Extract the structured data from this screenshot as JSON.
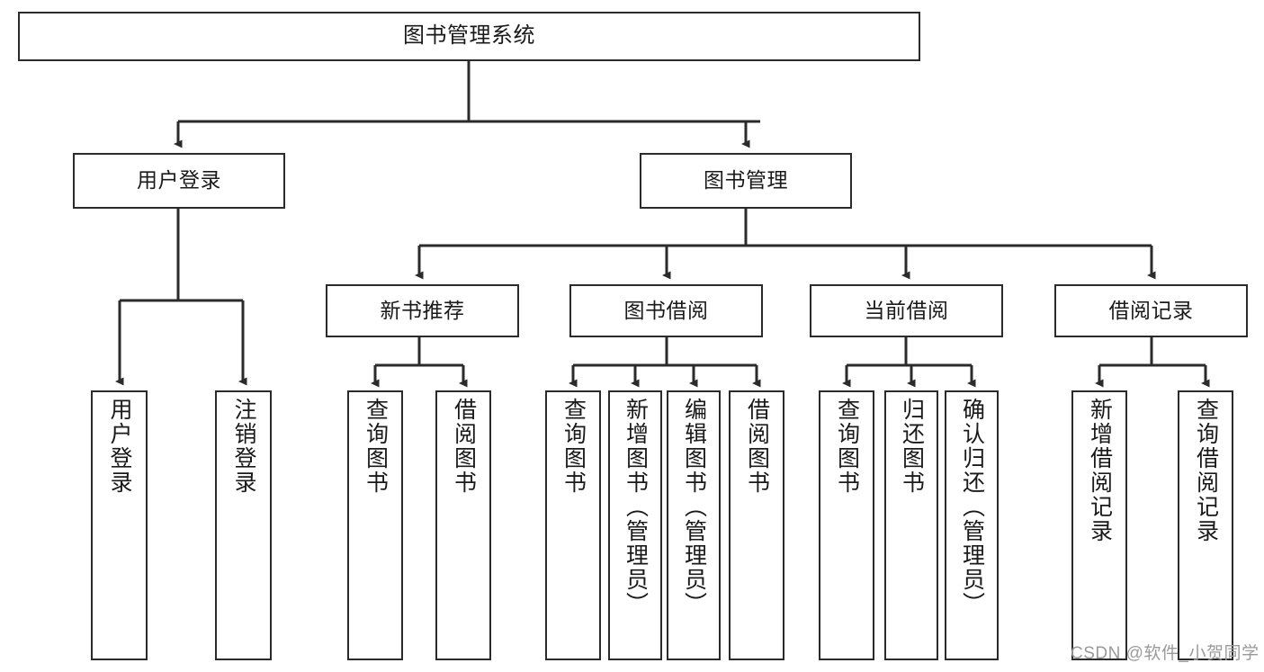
{
  "diagram": {
    "title": "图书管理系统",
    "type": "hierarchy-tree",
    "theme": {
      "box_border": "#2b2b2b",
      "box_fill": "#ffffff",
      "connector": "#2b2b2b",
      "text": "#1a1a1a",
      "watermark": "#9a9a9a",
      "background": "#ffffff"
    },
    "nodes": {
      "root": {
        "label": "图书管理系统"
      },
      "tier2": [
        {
          "id": "user-login",
          "label": "用户登录"
        },
        {
          "id": "book-admin",
          "label": "图书管理"
        }
      ],
      "tier3": [
        {
          "id": "new-book-rec",
          "label": "新书推荐"
        },
        {
          "id": "book-borrow",
          "label": "图书借阅"
        },
        {
          "id": "current-borrow",
          "label": "当前借阅"
        },
        {
          "id": "borrow-record",
          "label": "借阅记录"
        }
      ],
      "leaves": {
        "user_login": [
          {
            "id": "leaf-user-login",
            "label": "用户登录"
          },
          {
            "id": "leaf-logout",
            "label": "注销登录"
          }
        ],
        "new_book_rec": [
          {
            "id": "leaf-query-book-1",
            "label": "查询图书"
          },
          {
            "id": "leaf-borrow-book-1",
            "label": "借阅图书"
          }
        ],
        "book_borrow": [
          {
            "id": "leaf-query-book-2",
            "label": "查询图书"
          },
          {
            "id": "leaf-add-book",
            "label": "新增图书（管理员）"
          },
          {
            "id": "leaf-edit-book",
            "label": "编辑图书（管理员）"
          },
          {
            "id": "leaf-borrow-book-2",
            "label": "借阅图书"
          }
        ],
        "current_borrow": [
          {
            "id": "leaf-query-book-3",
            "label": "查询图书"
          },
          {
            "id": "leaf-return-book",
            "label": "归还图书"
          },
          {
            "id": "leaf-confirm-return",
            "label": "确认归还（管理员）"
          }
        ],
        "borrow_record": [
          {
            "id": "leaf-add-record",
            "label": "新增借阅记录"
          },
          {
            "id": "leaf-query-record",
            "label": "查询借阅记录"
          }
        ]
      }
    },
    "watermark": "CSDN @软件_小贺同学"
  }
}
